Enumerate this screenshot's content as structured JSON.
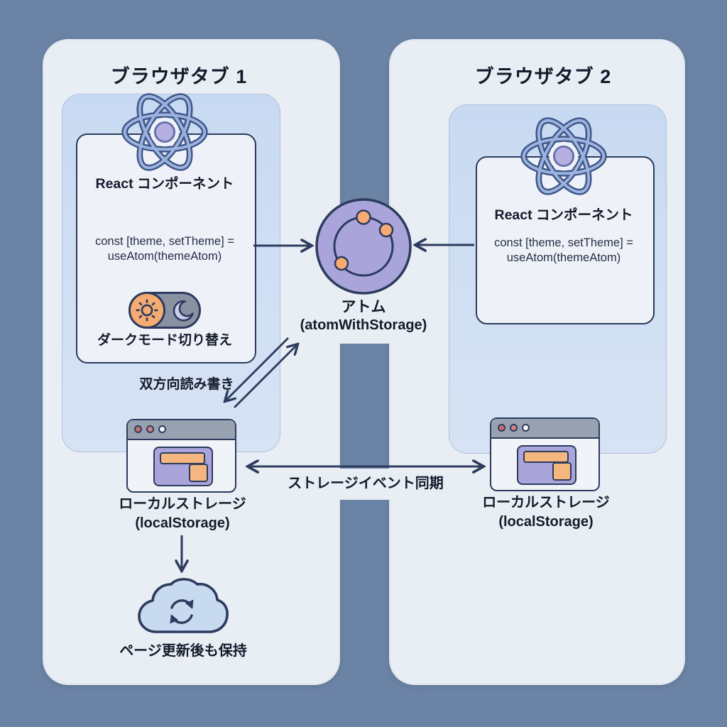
{
  "colors": {
    "background": "#6b83a5",
    "panel": "#e9edf4",
    "inner_panel": "#cddef2",
    "card": "#eef2f8",
    "outline_navy": "#2c3b5e",
    "accent_purple": "#a9a5da",
    "accent_orange": "#f5ab72",
    "toggle_track_gray": "#8a92a2",
    "moon_lavender": "#c9cdea",
    "cloud_blue": "#c7daef",
    "titlebar_gray": "#98a1af",
    "window_dot_red": "#c96c6c",
    "window_dot_pink": "#d58282",
    "window_dot_white": "#f2f3f6",
    "text": "#151a2b"
  },
  "tabs": {
    "tab1": {
      "title": "ブラウザタブ 1",
      "component": {
        "heading": "React コンポーネント",
        "code_line1": "const [theme, setTheme] =",
        "code_line2": "useAtom(themeAtom)",
        "toggle_label": "ダークモード切り替え"
      },
      "rw_label": "双方向読み書き",
      "storage": {
        "ja": "ローカルストレージ",
        "en": "(localStorage)"
      },
      "persist_label": "ページ更新後も保持"
    },
    "tab2": {
      "title": "ブラウザタブ 2",
      "component": {
        "heading": "React コンポーネント",
        "code_line1": "const [theme, setTheme] =",
        "code_line2": "useAtom(themeAtom)"
      },
      "storage": {
        "ja": "ローカルストレージ",
        "en": "(localStorage)"
      }
    }
  },
  "center": {
    "atom_label_ja": "アトム",
    "atom_label_en": "(atomWithStorage)",
    "sync_label": "ストレージイベント同期"
  },
  "icons": {
    "react-logo-icon": "three orbit ellipses with purple nucleus",
    "sun-icon": "sun glyph in orange knob",
    "moon-icon": "lavender crescent",
    "atom-store-icon": "purple circle with ring and three orange electrons",
    "browser-window-icon": "window with gray toolbar and three dots",
    "cloud-refresh-icon": "cloud with circular sync arrows",
    "arrow": "navy chevron-headed connector lines"
  }
}
